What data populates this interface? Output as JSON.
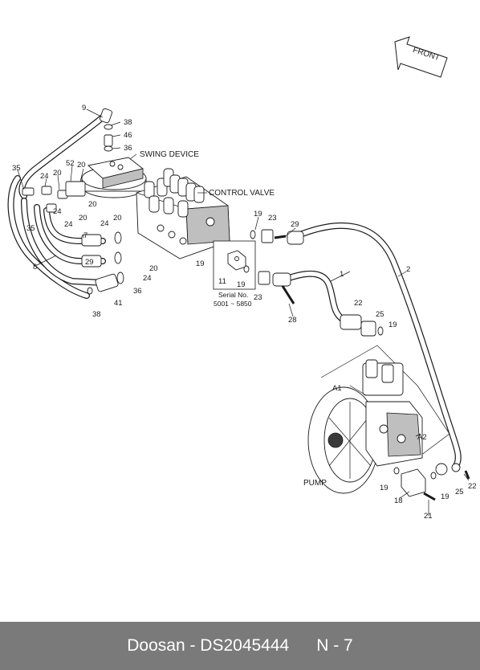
{
  "labels": {
    "swing_device": "SWING DEVICE",
    "control_valve": "CONTROL VALVE",
    "pump": "PUMP",
    "front": "FRONT",
    "serial_title": "Serial No.",
    "serial_range": "5001 ~ 5850",
    "port_a1": "A1",
    "port_a2": "A2"
  },
  "callouts": {
    "c9": "9",
    "c38a": "38",
    "c46": "46",
    "c36a": "36",
    "c35a": "35",
    "c24a": "24",
    "c20a": "20",
    "c52": "52",
    "c20b": "20",
    "c20c": "20",
    "c24b": "24",
    "c20d": "20",
    "c35b": "35",
    "c20e": "20",
    "c24c": "24",
    "c7": "7",
    "c8": "8",
    "c29a": "29",
    "c20f": "20",
    "c24d": "24",
    "c36b": "36",
    "c41": "41",
    "c38b": "38",
    "c19a": "19",
    "c23a": "23",
    "c29b": "29",
    "c19b": "19",
    "c11": "11",
    "c19c": "19",
    "c23b": "23",
    "c28": "28",
    "c1": "1",
    "c2": "2",
    "c22a": "22",
    "c25a": "25",
    "c19d": "19",
    "c19e": "19",
    "c18": "18",
    "c19f": "19",
    "c25b": "25",
    "c22b": "22",
    "c21": "21"
  },
  "footer": {
    "brand_part": "Doosan - DS2045444",
    "page": "N - 7"
  }
}
